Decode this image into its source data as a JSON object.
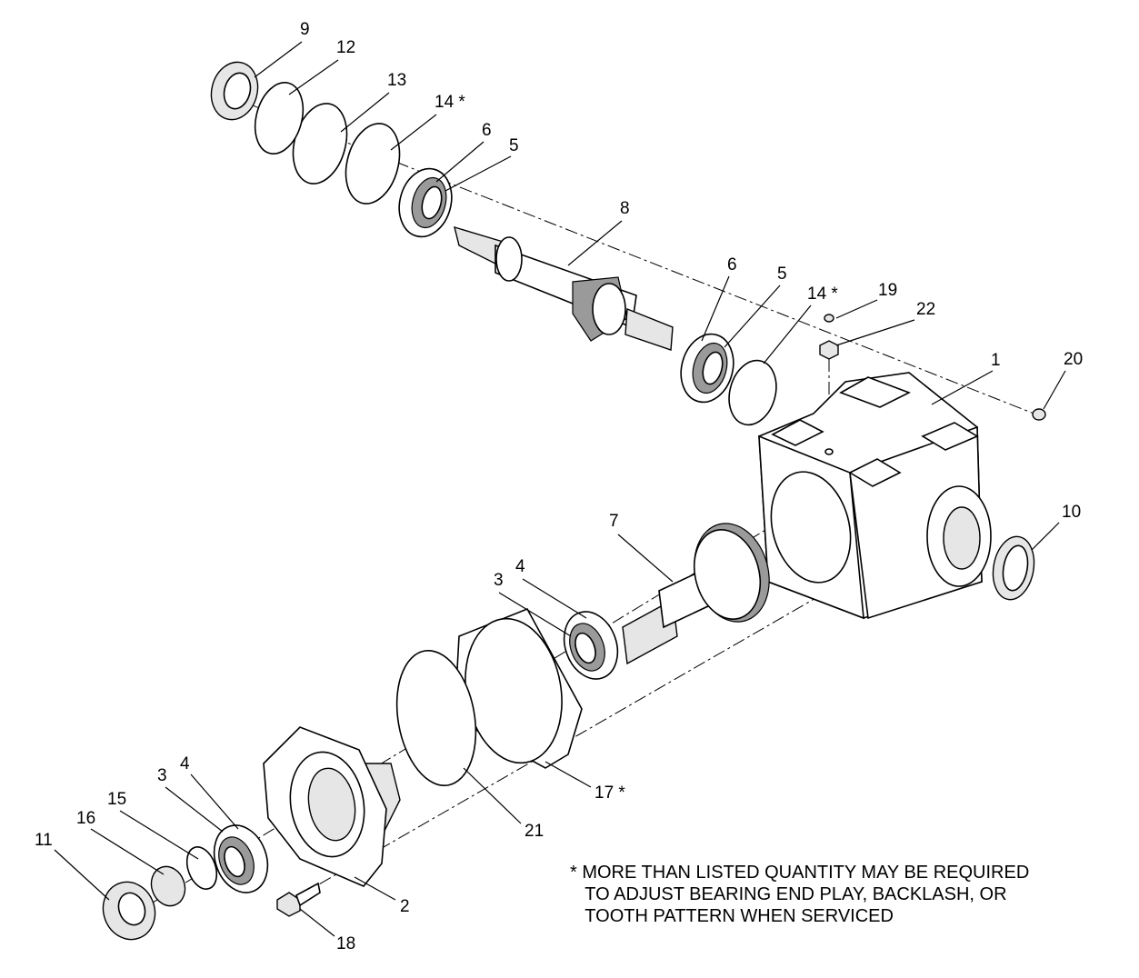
{
  "diagram": {
    "type": "exploded parts diagram",
    "callouts": [
      "9",
      "12",
      "13",
      "14 *",
      "6",
      "5",
      "8",
      "6",
      "5",
      "14 *",
      "19",
      "22",
      "1",
      "20",
      "10",
      "7",
      "4",
      "3",
      "17 *",
      "21",
      "2",
      "18",
      "3",
      "4",
      "15",
      "16",
      "11"
    ],
    "note": {
      "lines": [
        "* MORE THAN LISTED QUANTITY MAY BE REQUIRED",
        "   TO ADJUST BEARING END PLAY, BACKLASH, OR",
        "   TOOTH PATTERN WHEN SERVICED"
      ]
    }
  }
}
